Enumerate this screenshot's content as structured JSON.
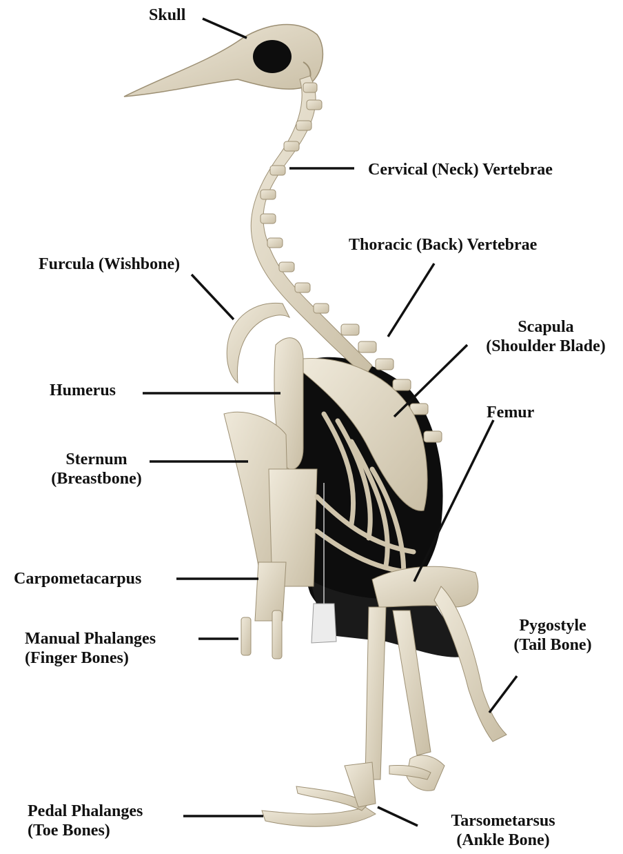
{
  "labels": {
    "skull": "Skull",
    "cervical": "Cervical (Neck) Vertebrae",
    "thoracic": "Thoracic (Back) Vertebrae",
    "furcula": "Furcula (Wishbone)",
    "scapula_1": "Scapula",
    "scapula_2": "(Shoulder Blade)",
    "humerus": "Humerus",
    "femur": "Femur",
    "sternum_1": "Sternum",
    "sternum_2": "(Breastbone)",
    "carpometacarpus": "Carpometacarpus",
    "manual_1": "Manual Phalanges",
    "manual_2": "(Finger Bones)",
    "pygostyle_1": "Pygostyle",
    "pygostyle_2": "(Tail Bone)",
    "pedal_1": "Pedal Phalanges",
    "pedal_2": "(Toe Bones)",
    "tarso_1": "Tarsometarsus",
    "tarso_2": "(Ankle Bone)"
  },
  "colors": {
    "bone": "#e3dccb",
    "bone_shadow": "#b9ad92",
    "cavity": "#0d0d0d",
    "leader": "#111111",
    "tag": "#ececec"
  }
}
